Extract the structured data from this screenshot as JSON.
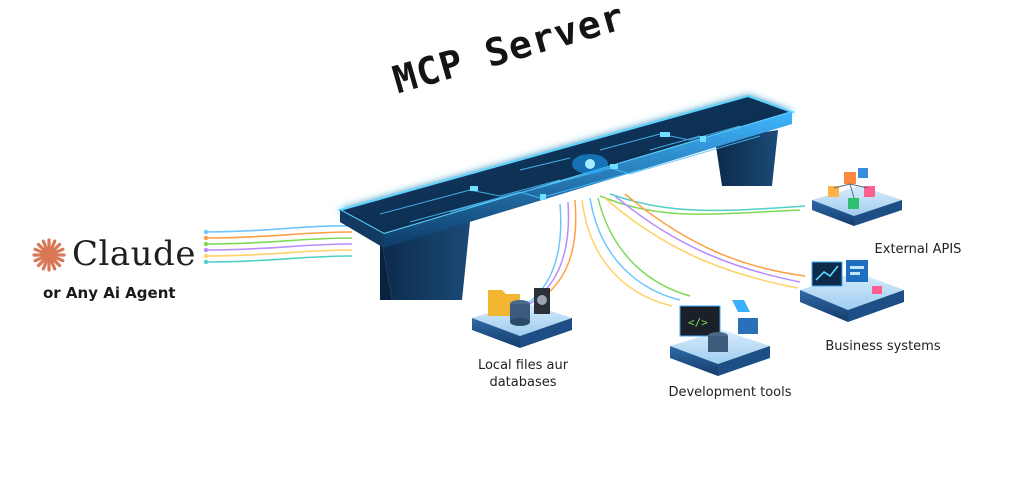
{
  "agent": {
    "name": "Claude",
    "subtitle": "or Any Ai Agent",
    "logo_icon": "sunburst-asterisk-icon",
    "logo_color": "#d97757"
  },
  "server": {
    "title": "MCP Server",
    "accent": "#5fd4ff",
    "deck_color": "#0f2f52"
  },
  "targets": {
    "external_apis": {
      "label": "External APIS",
      "icon": "network-cubes-icon"
    },
    "business_systems": {
      "label": "Business systems",
      "icon": "dashboard-chart-icon"
    },
    "local_files": {
      "label_line1": "Local files aur",
      "label_line2": "databases",
      "icon": "folder-database-icon"
    },
    "dev_tools": {
      "label": "Development tools",
      "icon": "code-window-icon"
    }
  },
  "connector_colors": [
    "#6ec6ff",
    "#ff9f43",
    "#7ed957",
    "#b98cff",
    "#ffd166",
    "#4fd1c5"
  ]
}
